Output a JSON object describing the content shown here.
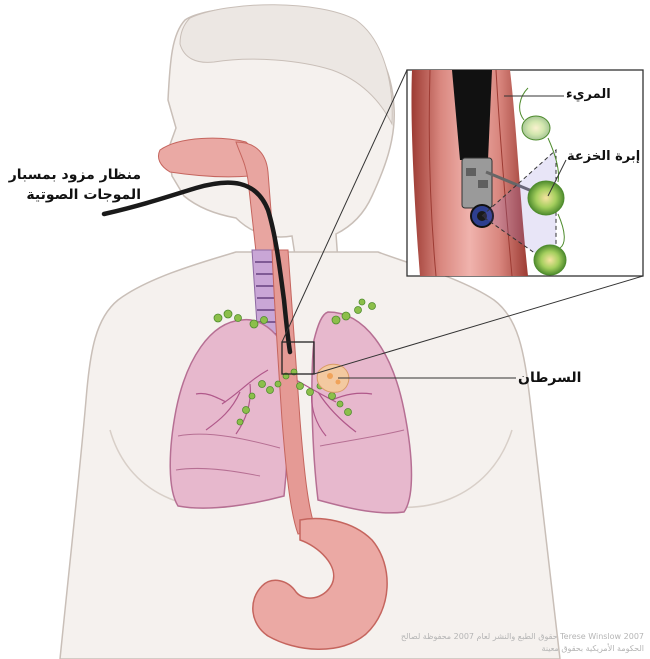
{
  "labels": {
    "endoscope_line1": "منظار مزود بمسبار",
    "endoscope_line2": "الموجات الصوتية",
    "esophagus": "المريء",
    "biopsy_needle": "إبرة الخزعة",
    "cancer": "السرطان"
  },
  "credit": {
    "line1": "Terese Winslow 2007 حقوق الطبع والنشر لعام 2007 محفوظة لصالح",
    "line2": "الحكومة الأمريكية بحقوق معينة"
  },
  "colors": {
    "skin": "#f4efea",
    "skin_outline": "#c9bfb8",
    "lung": "#e7b8cd",
    "lung_dark": "#c97fa3",
    "esophagus": "#e59a95",
    "esophagus_dark": "#c5655e",
    "lymph_node": "#8cbf4a",
    "endoscope": "#1a1a1a",
    "tumor": "#f3c9a0"
  }
}
